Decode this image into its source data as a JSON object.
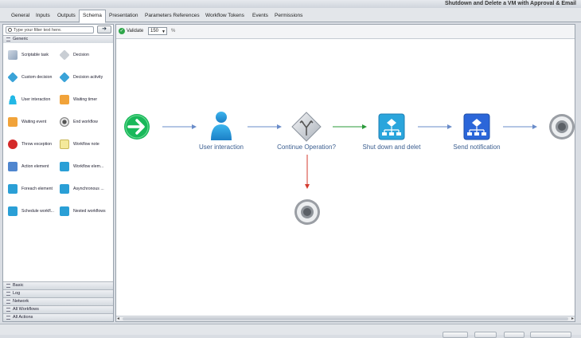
{
  "window": {
    "title": "Shutdown and Delete a VM with Approval & Email"
  },
  "tabs": [
    {
      "label": "General"
    },
    {
      "label": "Inputs"
    },
    {
      "label": "Outputs"
    },
    {
      "label": "Schema"
    },
    {
      "label": "Presentation"
    },
    {
      "label": "Parameters References"
    },
    {
      "label": "Workflow Tokens"
    },
    {
      "label": "Events"
    },
    {
      "label": "Permissions"
    }
  ],
  "active_tab": "Schema",
  "palette": {
    "filter_placeholder": "Type your filter text here.",
    "filter_button": "➔",
    "active_category": "Generic",
    "items": [
      {
        "label": "Scriptable task",
        "icon": "script-icon"
      },
      {
        "label": "Decision",
        "icon": "decision-icon"
      },
      {
        "label": "Custom decision",
        "icon": "custom-decision-icon"
      },
      {
        "label": "Decision activity",
        "icon": "decision-activity-icon"
      },
      {
        "label": "User interaction",
        "icon": "user-icon"
      },
      {
        "label": "Waiting timer",
        "icon": "timer-icon"
      },
      {
        "label": "Waiting event",
        "icon": "event-icon"
      },
      {
        "label": "End workflow",
        "icon": "end-icon"
      },
      {
        "label": "Throw exception",
        "icon": "exception-icon"
      },
      {
        "label": "Workflow note",
        "icon": "note-icon"
      },
      {
        "label": "Action element",
        "icon": "action-icon"
      },
      {
        "label": "Workflow elem...",
        "icon": "workflow-element-icon"
      },
      {
        "label": "Foreach element",
        "icon": "foreach-icon"
      },
      {
        "label": "Asynchronous ...",
        "icon": "async-icon"
      },
      {
        "label": "Schedule workfl...",
        "icon": "schedule-icon"
      },
      {
        "label": "Nested workflows",
        "icon": "nested-icon"
      }
    ],
    "categories": [
      {
        "label": "Basic"
      },
      {
        "label": "Log"
      },
      {
        "label": "Network"
      },
      {
        "label": "All Workflows"
      },
      {
        "label": "All Actions"
      }
    ]
  },
  "canvas_toolbar": {
    "validate_label": "Validate",
    "zoom_value": "150",
    "zoom_unit": "%"
  },
  "schema": {
    "nodes": [
      {
        "id": "start",
        "label": ""
      },
      {
        "id": "user-interaction",
        "label": "User interaction"
      },
      {
        "id": "continue-operation",
        "label": "Continue Operation?"
      },
      {
        "id": "shutdown",
        "label": "Shut down and delet"
      },
      {
        "id": "send-notification",
        "label": "Send notification"
      },
      {
        "id": "end-main",
        "label": ""
      },
      {
        "id": "end-false",
        "label": ""
      }
    ],
    "colors": {
      "connector": "#6a8cc9",
      "true_branch": "#2a9a3a",
      "false_branch": "#d43b2f",
      "label": "#3a5d8f"
    }
  }
}
